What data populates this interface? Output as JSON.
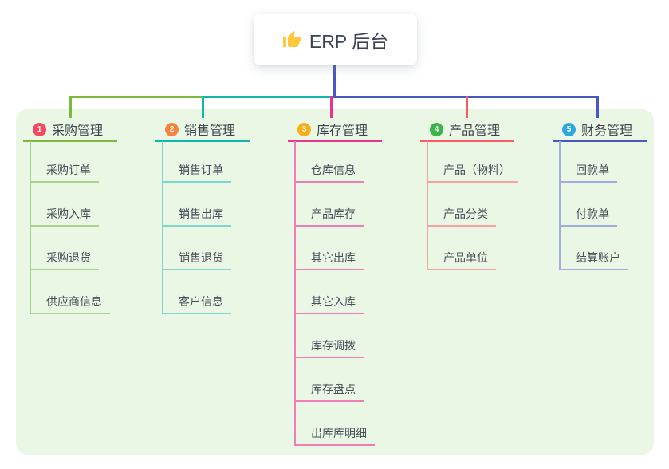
{
  "root": {
    "title": "ERP 后台",
    "icon": "thumbs-up"
  },
  "colors": {
    "canvas_bg": "#FFFFFF",
    "panel_bg": "#EBF7E5",
    "root_line": "#4758C0",
    "root_text": "#3B4454",
    "thumb_icon": "#FFC83D"
  },
  "branches": [
    {
      "number": "1",
      "label": "采购管理",
      "badge_color": "#F8485E",
      "line_color": "#7CB83B",
      "child_line_color": "#A9D28D",
      "children": [
        "采购订单",
        "采购入库",
        "采购退货",
        "供应商信息"
      ]
    },
    {
      "number": "2",
      "label": "销售管理",
      "badge_color": "#F8833D",
      "line_color": "#0FB8AB",
      "child_line_color": "#7ED8CF",
      "children": [
        "销售订单",
        "销售出库",
        "销售退货",
        "客户信息"
      ]
    },
    {
      "number": "3",
      "label": "库存管理",
      "badge_color": "#F9AE17",
      "line_color": "#E7368E",
      "child_line_color": "#F07EB6",
      "children": [
        "仓库信息",
        "产品库存",
        "其它出库",
        "其它入库",
        "库存调拨",
        "库存盘点",
        "出库库明细"
      ]
    },
    {
      "number": "4",
      "label": "产品管理",
      "badge_color": "#3BB54A",
      "line_color": "#F85B62",
      "child_line_color": "#F8A3A0",
      "children": [
        "产品（物料）",
        "产品分类",
        "产品单位"
      ]
    },
    {
      "number": "5",
      "label": "财务管理",
      "badge_color": "#2EA7E0",
      "line_color": "#4758C0",
      "child_line_color": "#9FAEDC",
      "children": [
        "回款单",
        "付款单",
        "结算账户"
      ]
    }
  ]
}
